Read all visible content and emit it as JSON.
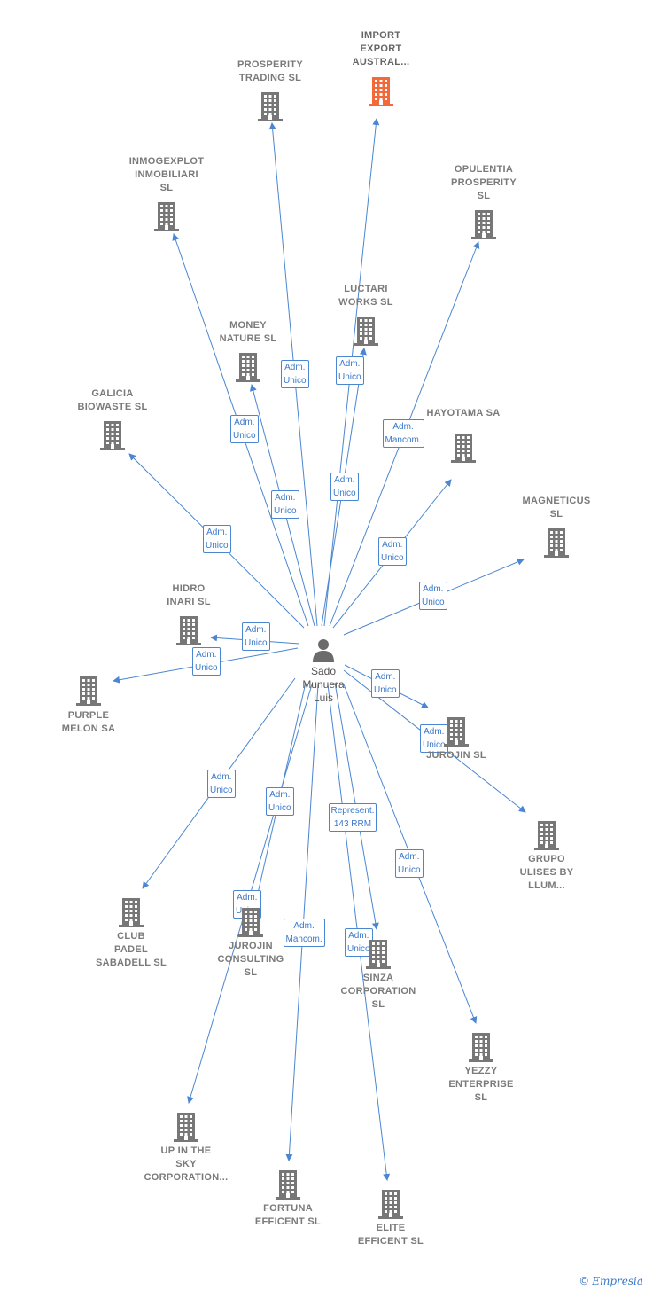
{
  "center": {
    "name_lines": [
      "Sado",
      "Munuera",
      "Luis"
    ]
  },
  "colors": {
    "edge": "#4a86d1",
    "company": "#777777",
    "highlight": "#f26a3a"
  },
  "companies": [
    {
      "id": "import-export",
      "lines": [
        "IMPORT",
        "EXPORT",
        "AUSTRAL..."
      ],
      "highlight": true
    },
    {
      "id": "prosperity-trading",
      "lines": [
        "PROSPERITY",
        "TRADING  SL"
      ]
    },
    {
      "id": "inmogexplot",
      "lines": [
        "INMOGEXPLOT",
        "INMOBILIARI",
        "SL"
      ]
    },
    {
      "id": "opulentia",
      "lines": [
        "OPULENTIA",
        "PROSPERITY",
        "SL"
      ]
    },
    {
      "id": "luctari",
      "lines": [
        "LUCTARI",
        "WORKS  SL"
      ]
    },
    {
      "id": "money-nature",
      "lines": [
        "MONEY",
        "NATURE  SL"
      ]
    },
    {
      "id": "galicia",
      "lines": [
        "GALICIA",
        "BIOWASTE  SL"
      ]
    },
    {
      "id": "hayotama",
      "lines": [
        "HAYOTAMA SA"
      ]
    },
    {
      "id": "magneticus",
      "lines": [
        "MAGNETICUS",
        "SL"
      ]
    },
    {
      "id": "hidro-inari",
      "lines": [
        "HIDRO",
        "INARI  SL"
      ]
    },
    {
      "id": "purple-melon",
      "lines": [
        "PURPLE",
        "MELON SA"
      ]
    },
    {
      "id": "jurojin-sl",
      "lines": [
        "JUROJIN  SL"
      ]
    },
    {
      "id": "grupo-ulises",
      "lines": [
        "GRUPO",
        "ULISES BY",
        "LLUM..."
      ]
    },
    {
      "id": "club-padel",
      "lines": [
        "CLUB",
        "PADEL",
        "SABADELL  SL"
      ]
    },
    {
      "id": "jurojin-consulting",
      "lines": [
        "JUROJIN",
        "CONSULTING",
        "SL"
      ]
    },
    {
      "id": "sinza",
      "lines": [
        "SINZA",
        "CORPORATION",
        "SL"
      ]
    },
    {
      "id": "yezzy",
      "lines": [
        "YEZZY",
        "ENTERPRISE",
        "SL"
      ]
    },
    {
      "id": "up-in-the-sky",
      "lines": [
        "UP IN THE",
        "SKY",
        "CORPORATION..."
      ]
    },
    {
      "id": "fortuna",
      "lines": [
        "FORTUNA",
        "EFFICENT  SL"
      ]
    },
    {
      "id": "elite",
      "lines": [
        "ELITE",
        "EFFICENT  SL"
      ]
    }
  ],
  "edges": [
    {
      "to": "import-export",
      "label": [
        "Adm.",
        "Unico"
      ]
    },
    {
      "to": "prosperity-trading",
      "label": [
        "Adm.",
        "Unico"
      ]
    },
    {
      "to": "inmogexplot",
      "label": [
        "Adm.",
        "Unico"
      ]
    },
    {
      "to": "opulentia",
      "label": [
        "Adm.",
        "Mancom."
      ]
    },
    {
      "to": "luctari",
      "label": [
        "Adm.",
        "Unico"
      ]
    },
    {
      "to": "money-nature",
      "label": [
        "Adm.",
        "Unico"
      ]
    },
    {
      "to": "galicia",
      "label": [
        "Adm.",
        "Unico"
      ]
    },
    {
      "to": "hayotama",
      "label": [
        "Adm.",
        "Unico"
      ]
    },
    {
      "to": "magneticus",
      "label": [
        "Adm.",
        "Unico"
      ]
    },
    {
      "to": "hidro-inari",
      "label": [
        "Adm.",
        "Unico"
      ]
    },
    {
      "to": "purple-melon",
      "label": [
        "Adm.",
        "Unico"
      ]
    },
    {
      "to": "jurojin-sl",
      "label": [
        "Adm.",
        "Unico"
      ]
    },
    {
      "to": "grupo-ulises",
      "label": [
        "Adm.",
        "Unico"
      ]
    },
    {
      "to": "club-padel",
      "label": [
        "Adm.",
        "Unico"
      ]
    },
    {
      "to": "jurojin-consulting",
      "label": [
        "Adm.",
        "Unico"
      ]
    },
    {
      "to": "sinza",
      "label": [
        "Represent.",
        "143 RRM"
      ]
    },
    {
      "to": "yezzy",
      "label": [
        "Adm.",
        "Unico"
      ]
    },
    {
      "to": "up-in-the-sky",
      "label": [
        "Adm.",
        "Unico"
      ]
    },
    {
      "to": "fortuna",
      "label": [
        "Adm.",
        "Mancom."
      ]
    },
    {
      "to": "elite",
      "label": [
        "Adm.",
        "Unico"
      ]
    }
  ],
  "footer": {
    "copyright": "©",
    "brand": "Empresia"
  }
}
